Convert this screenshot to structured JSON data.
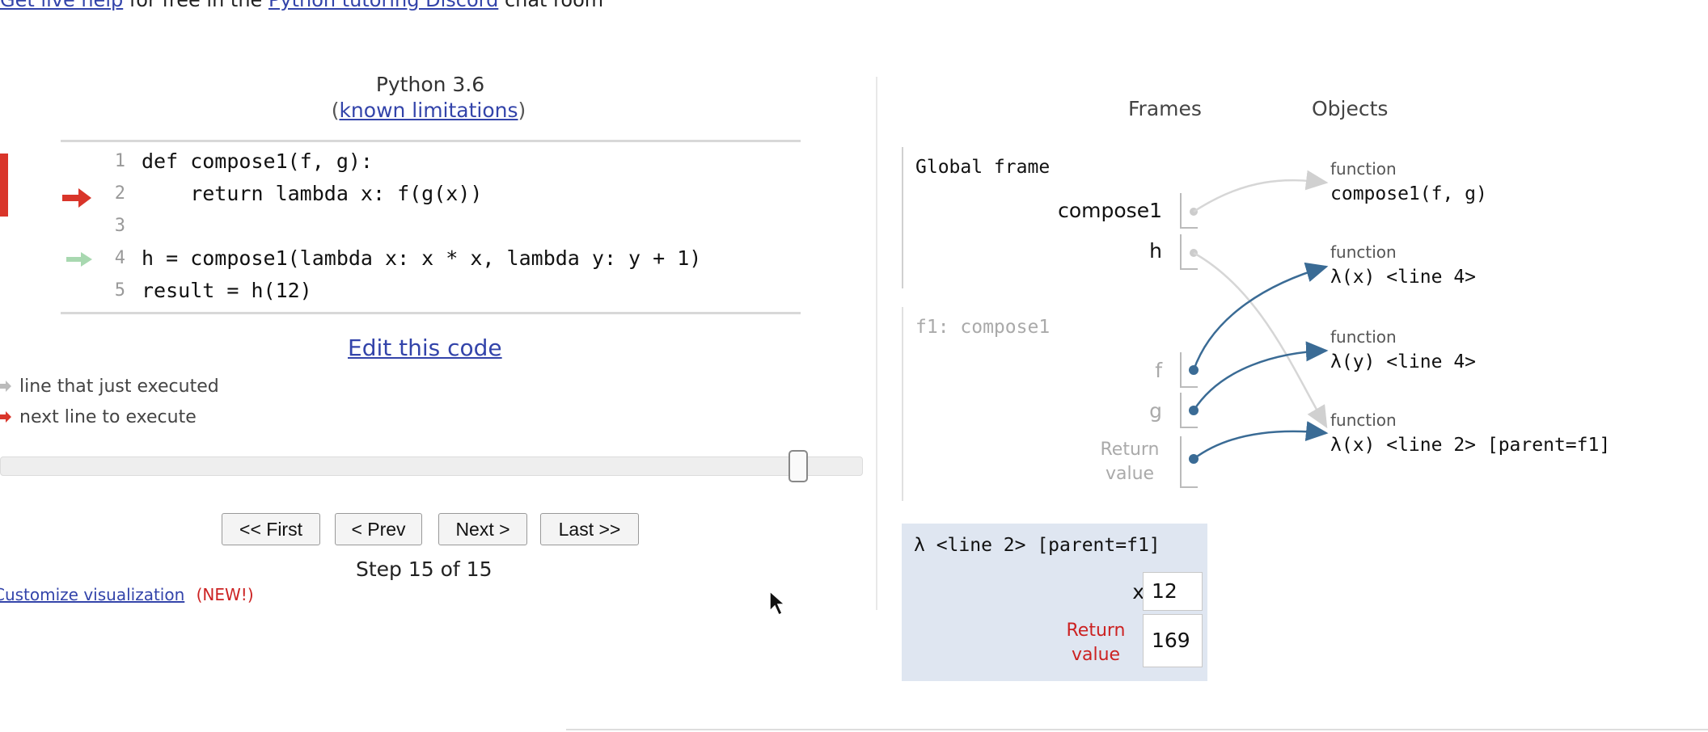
{
  "top": {
    "link1": "Get live help",
    "mid": " for free in the ",
    "link2": "Python tutoring Discord",
    "tail": " chat room"
  },
  "header": {
    "python_version": "Python 3.6",
    "known_open": "(",
    "known_link": "known limitations",
    "known_close": ")"
  },
  "code": {
    "lines": [
      {
        "num": "1",
        "text": "def compose1(f, g):"
      },
      {
        "num": "2",
        "text": "    return lambda x: f(g(x))"
      },
      {
        "num": "3",
        "text": ""
      },
      {
        "num": "4",
        "text": "h = compose1(lambda x: x * x, lambda y: y + 1)"
      },
      {
        "num": "5",
        "text": "result = h(12)"
      }
    ],
    "current_line": 2,
    "prev_line": 4
  },
  "edit_code": "Edit this code",
  "legend": {
    "prev": "line that just executed",
    "next": "next line to execute"
  },
  "navigation": {
    "first": "<< First",
    "prev": "< Prev",
    "next": "Next >",
    "last": "Last >>",
    "step_text": "Step 15 of 15",
    "progress": 1.0
  },
  "customize": {
    "link": "Customize visualization",
    "new": "(NEW!)"
  },
  "viz": {
    "frames_header": "Frames",
    "objects_header": "Objects",
    "global_frame": {
      "title": "Global frame",
      "vars": [
        "compose1",
        "h"
      ]
    },
    "f1_frame": {
      "title": "f1: compose1",
      "vars": [
        "f",
        "g"
      ],
      "return_label": "Return value"
    },
    "lambda_frame": {
      "title": "λ <line 2> [parent=f1]",
      "x_name": "x",
      "x_value": "12",
      "return_label": "Return value",
      "return_value": "169"
    },
    "objects": [
      {
        "type": "function",
        "text": "compose1(f, g)"
      },
      {
        "type": "function",
        "text": "λ(x) <line 4>"
      },
      {
        "type": "function",
        "text": "λ(y) <line 4>"
      },
      {
        "type": "function",
        "text": "λ(x) <line 2> [parent=f1]"
      }
    ]
  },
  "colors": {
    "current_arrow": "#d9352a",
    "prev_arrow": "#a8d8b0",
    "pointer": "#3a6b95",
    "link": "#3344aa",
    "frame_bg": "#dfe6f1"
  }
}
